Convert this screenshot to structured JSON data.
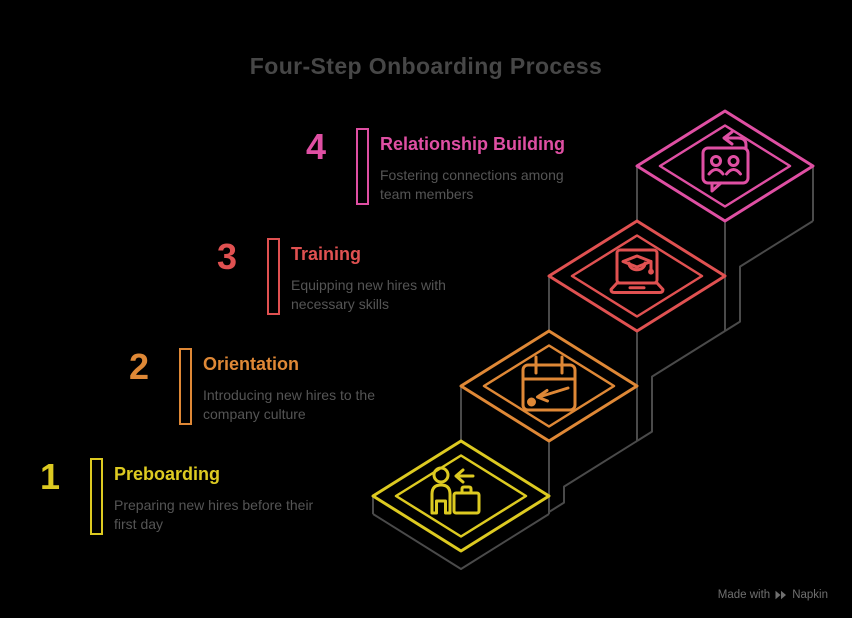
{
  "title": "Four-Step Onboarding Process",
  "background_color": "#000000",
  "structure_color": "#4a4a4a",
  "text_colors": {
    "title": "#474747",
    "description": "#555555",
    "watermark": "#6f6f6f"
  },
  "steps": [
    {
      "number": "1",
      "label": "Preboarding",
      "description_lines": [
        "Preparing new hires before their",
        "first day"
      ],
      "color": "#ddca21",
      "icon": "person-briefcase-arrival-icon"
    },
    {
      "number": "2",
      "label": "Orientation",
      "description_lines": [
        "Introducing new hires to the",
        "company culture"
      ],
      "color": "#df8836",
      "icon": "calendar-schedule-icon"
    },
    {
      "number": "3",
      "label": "Training",
      "description_lines": [
        "Equipping new hires with",
        "necessary skills"
      ],
      "color": "#e05151",
      "icon": "laptop-graduation-icon"
    },
    {
      "number": "4",
      "label": "Relationship Building",
      "description_lines": [
        "Fostering connections among",
        "team members"
      ],
      "color": "#df4fa3",
      "icon": "chat-people-icon"
    }
  ],
  "watermark": {
    "prefix": "Made with",
    "brand": "Napkin",
    "icon": "fast-forward-icon"
  }
}
